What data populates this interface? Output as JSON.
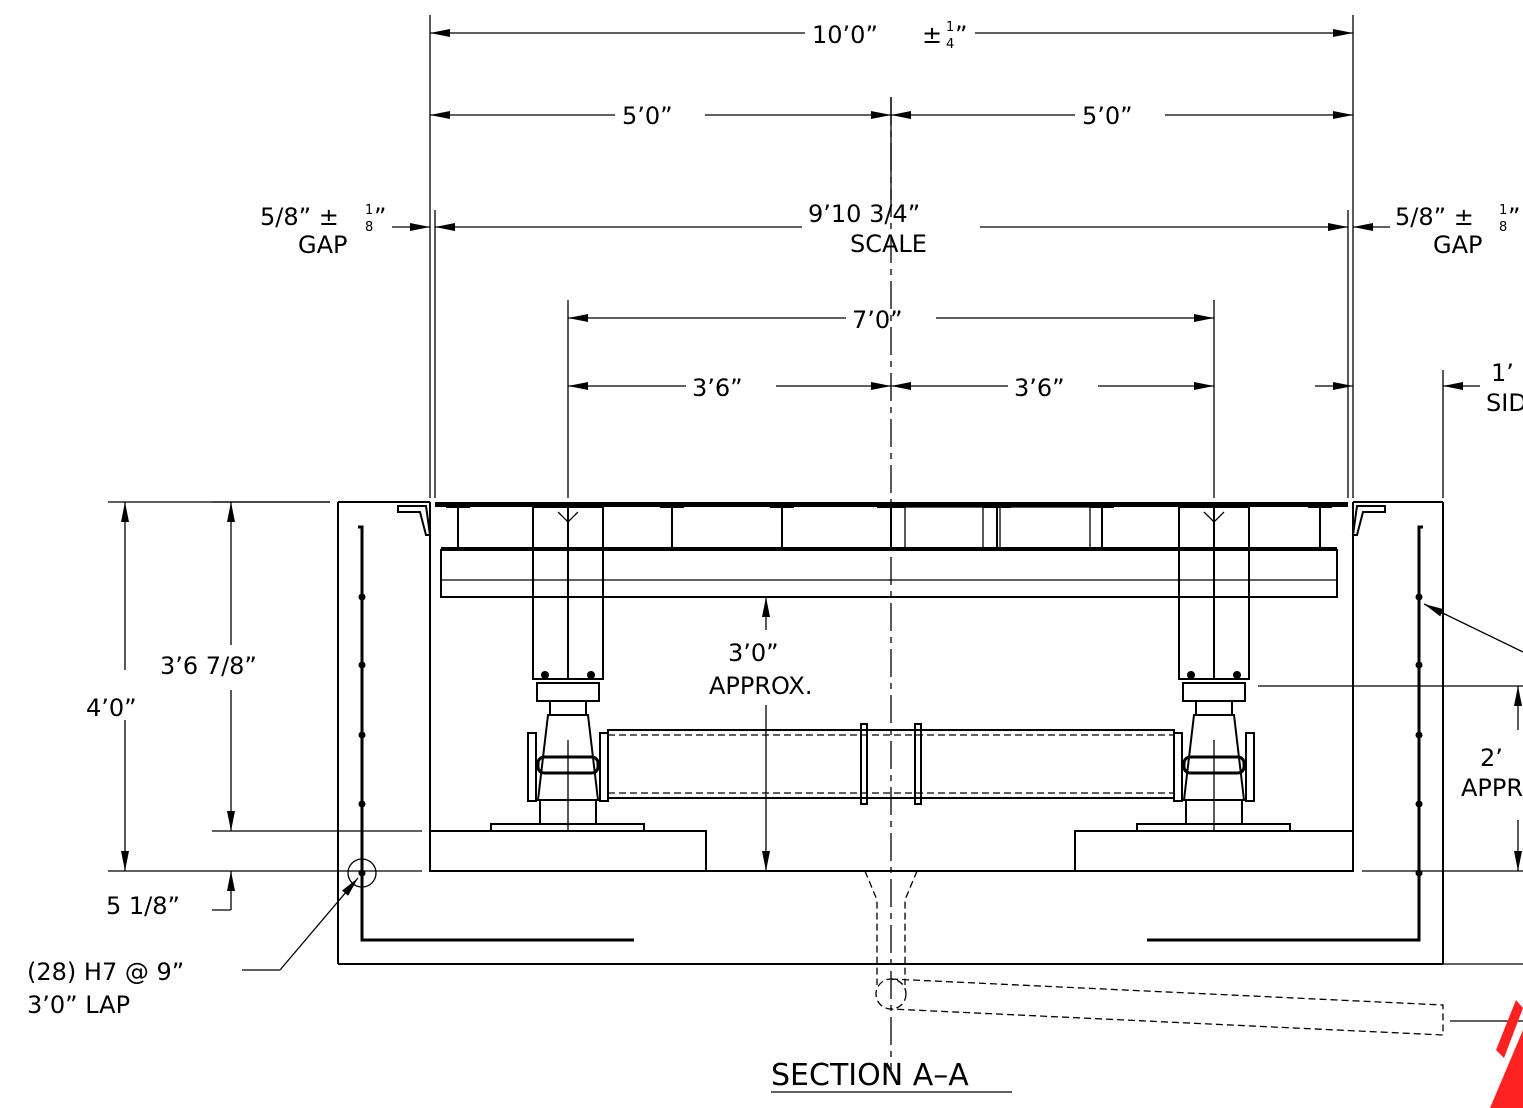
{
  "drawing": {
    "section_title": "SECTION A–A",
    "dim_overall": "10’0”",
    "dim_overall_tol": "±",
    "dim_half_left": "5’0”",
    "dim_half_right": "5’0”",
    "dim_scale": "9’10 3/4”",
    "dim_scale_label": "SCALE",
    "gap_left": "5/8” ±",
    "gap_left_label": "GAP",
    "gap_right": "5/8” ±",
    "gap_right_label": "GAP",
    "dim_7": "7’0”",
    "dim_36_left": "3’6”",
    "dim_36_right": "3’6”",
    "side_dim": "1’",
    "side_label": "SID",
    "clearance": "3’0”",
    "clearance_label": "APPROX.",
    "right_dim": "2’",
    "right_label": "APPR",
    "depth_total": "4’0”",
    "depth_inner": "3’6 7/8”",
    "slab": "5 1/8”",
    "rebar_note_1": "(28) H7 @ 9”",
    "rebar_note_2": "3’0” LAP",
    "frac_quarter": "1",
    "frac_quarter_den": "4",
    "frac_eighth": "1",
    "frac_eighth_den": "8"
  }
}
